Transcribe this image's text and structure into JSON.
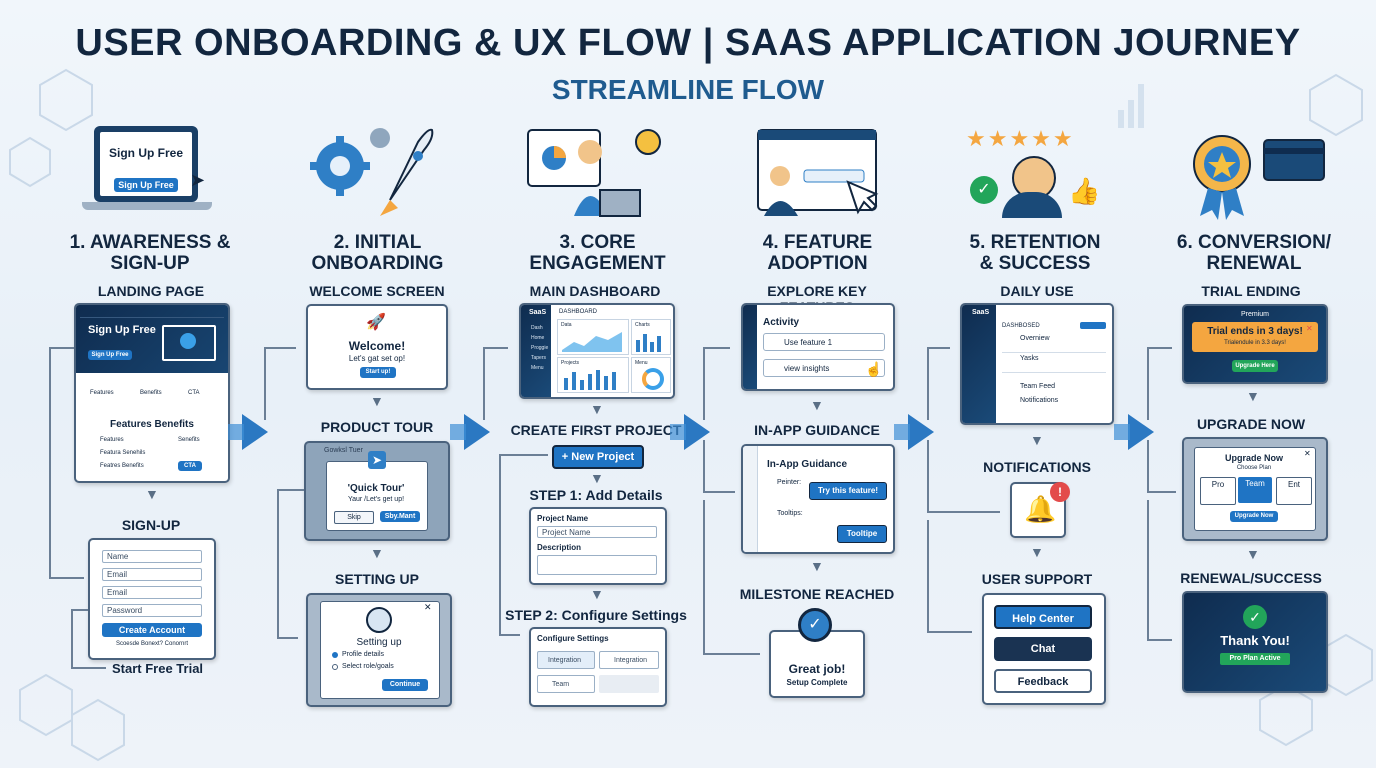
{
  "header": {
    "title": "USER ONBOARDING & UX FLOW | SAAS APPLICATION JOURNEY",
    "subtitle": "STREAMLINE FLOW"
  },
  "colors": {
    "navy": "#12263f",
    "accent": "#1f74c4",
    "subtitle": "#1f5b8f",
    "dark_card": "#0f2c4f",
    "orange": "#f4a640",
    "green": "#22a55a"
  },
  "stages": [
    {
      "title_line1": "1. AWARENESS &",
      "title_line2": "SIGN-UP",
      "icon": "laptop-signup-icon",
      "hero_text": "Sign Up Free",
      "hero_button": "Sign Up Free",
      "landing": {
        "label": "LANDING PAGE",
        "headline": "Sign Up Free",
        "cta": "Sign Up Free",
        "cols": [
          "Features",
          "Benefits",
          "CTA"
        ],
        "section_title": "Features Benefits",
        "list_left": [
          "Features",
          "Featura Senehils",
          "Featres Benefits"
        ],
        "list_right": [
          "Senefits"
        ],
        "badge": "CTA"
      },
      "signup": {
        "label": "SIGN-UP",
        "fields": [
          "Name",
          "Email",
          "Email",
          "Password"
        ],
        "button": "Create Account",
        "note": "Scoesde Bonext? Conornrt"
      },
      "footer": "Start Free Trial"
    },
    {
      "title_line1": "2. INITIAL",
      "title_line2": "ONBOARDING",
      "icon": "rocket-gear-icon",
      "welcome": {
        "label": "WELCOME SCREEN",
        "title": "Welcome!",
        "subtitle": "Let's gat set op!",
        "button": "Start up!"
      },
      "tour": {
        "label": "PRODUCT TOUR",
        "window_title": "Gowksl Tuer",
        "title": "'Quick Tour'",
        "subtitle": "Yaur /Let's get up!",
        "skip": "Skip",
        "next": "Sby.Mant"
      },
      "setup": {
        "label": "SETTING UP",
        "title": "Setting up",
        "options": [
          "Profile details",
          "Select role/goals"
        ],
        "button": "Continue"
      }
    },
    {
      "title_line1": "3. CORE",
      "title_line2": "ENGAGEMENT",
      "icon": "dashboard-user-icon",
      "dashboard": {
        "label": "MAIN DASHBOARD",
        "brand": "SaaS",
        "header": "DASHBOARD",
        "sidebar_items": [
          "Dash",
          "Home",
          "Proggie",
          "Tapers",
          "Menu"
        ],
        "panels": [
          "Data",
          "Charts",
          "Projects",
          "Menu"
        ]
      },
      "create": {
        "label": "CREATE FIRST PROJECT",
        "button": "+ New Project"
      },
      "step1": {
        "label": "STEP 1: Add Details",
        "field1_label": "Project Name",
        "field1_placeholder": "Project Name",
        "field2_label": "Description"
      },
      "step2": {
        "label": "STEP 2: Configure Settings",
        "title": "Configure Settings",
        "options": [
          "Integration",
          "Integration",
          "Team"
        ]
      }
    },
    {
      "title_line1": "4. FEATURE",
      "title_line2": "ADOPTION",
      "icon": "feature-click-icon",
      "explore": {
        "label": "EXPLORE KEY FEATURES",
        "title": "Activity",
        "items": [
          "Use feature 1",
          "view insights"
        ]
      },
      "guidance": {
        "label": "IN-APP GUIDANCE",
        "title": "In-App Guidance",
        "pointer": "Peinter:",
        "try": "Try this feature!",
        "tooltips": "Tooltips:",
        "tooltip_btn": "Tooltipe"
      },
      "milestone": {
        "label": "MILESTONE REACHED",
        "title": "Great job!",
        "subtitle": "Setup Complete"
      }
    },
    {
      "title_line1": "5. RETENTION",
      "title_line2": "& SUCCESS",
      "icon": "happy-user-stars-icon",
      "daily": {
        "label": "DAILY USE",
        "brand": "SaaS",
        "header": "DASHBOSED",
        "items": [
          "Overniew",
          "Yasks",
          "Team Feed",
          "Notifications"
        ]
      },
      "notifications": {
        "label": "NOTIFICATIONS",
        "badge": "!"
      },
      "support": {
        "label": "USER SUPPORT",
        "buttons": [
          "Help Center",
          "Chat",
          "Feedback"
        ]
      }
    },
    {
      "title_line1": "6. CONVERSION/",
      "title_line2": "RENEWAL",
      "icon": "premium-badge-card-icon",
      "trial": {
        "label": "TRIAL ENDING",
        "tag": "Premium",
        "banner": "Trial ends in 3 days!",
        "banner_sub": "Trialendule in 3.3 days!",
        "button": "Upgrade Here"
      },
      "upgrade": {
        "label": "UPGRADE NOW",
        "title": "Upgrade Now",
        "subtitle": "Choose Plan",
        "plans": [
          "Pro",
          "Team",
          "Ent"
        ],
        "button": "Upgrade Now"
      },
      "renewal": {
        "label": "RENEWAL/SUCCESS",
        "title": "Thank You!",
        "badge": "Pro Plan Active"
      }
    }
  ]
}
